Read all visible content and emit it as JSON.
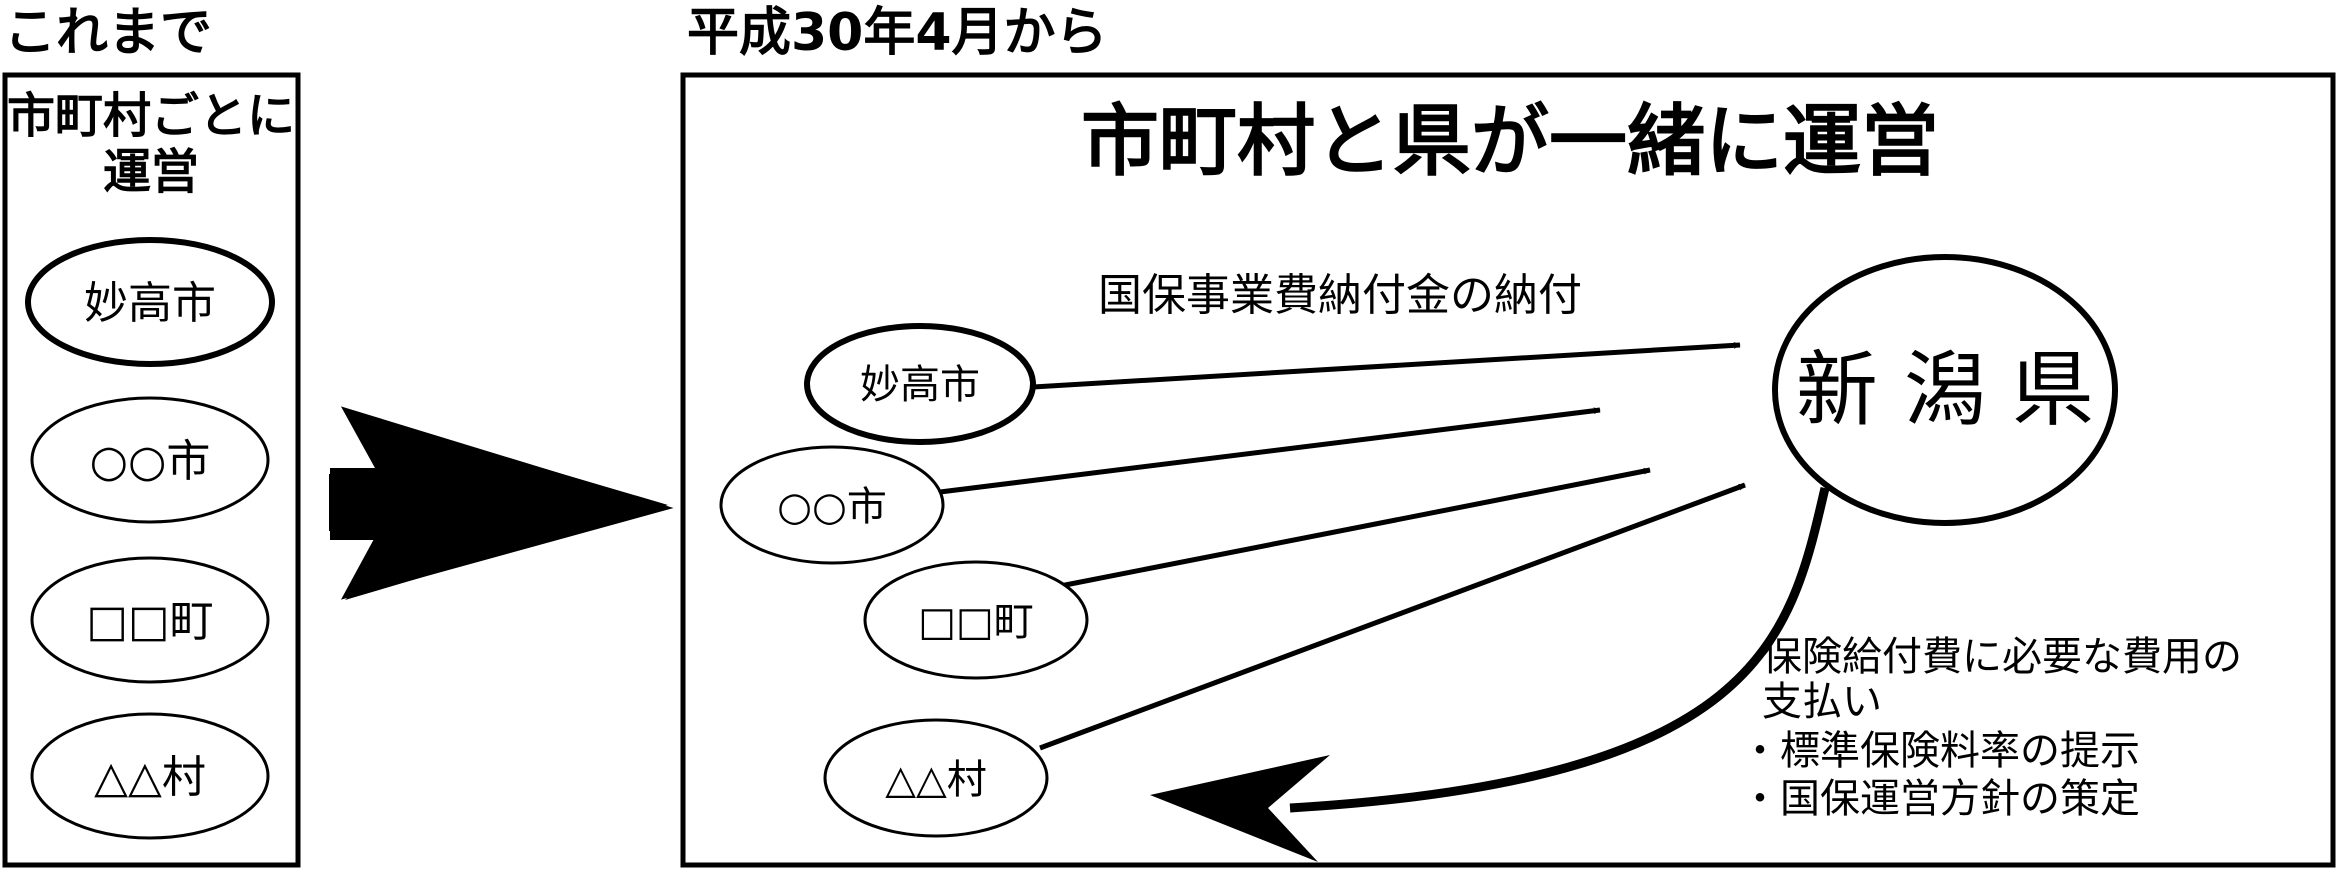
{
  "before": {
    "heading": "これまで",
    "panel_title_line1": "市町村ごとに",
    "panel_title_line2": "運営",
    "municipalities": [
      "妙高市",
      "○○市",
      "□□町",
      "△△村"
    ]
  },
  "after": {
    "heading": "平成30年4月から",
    "panel_title": "市町村と県が一緒に運営",
    "prefecture": "新 潟 県",
    "municipalities": [
      "妙高市",
      "○○市",
      "□□町",
      "△△村"
    ],
    "payment_label": "国保事業費納付金の納付",
    "return_label_line1": "保険給付費に必要な費用の",
    "return_label_line2": "支払い",
    "return_label_line3": "・標準保険料率の提示",
    "return_label_line4": "・国保運営方針の策定"
  }
}
